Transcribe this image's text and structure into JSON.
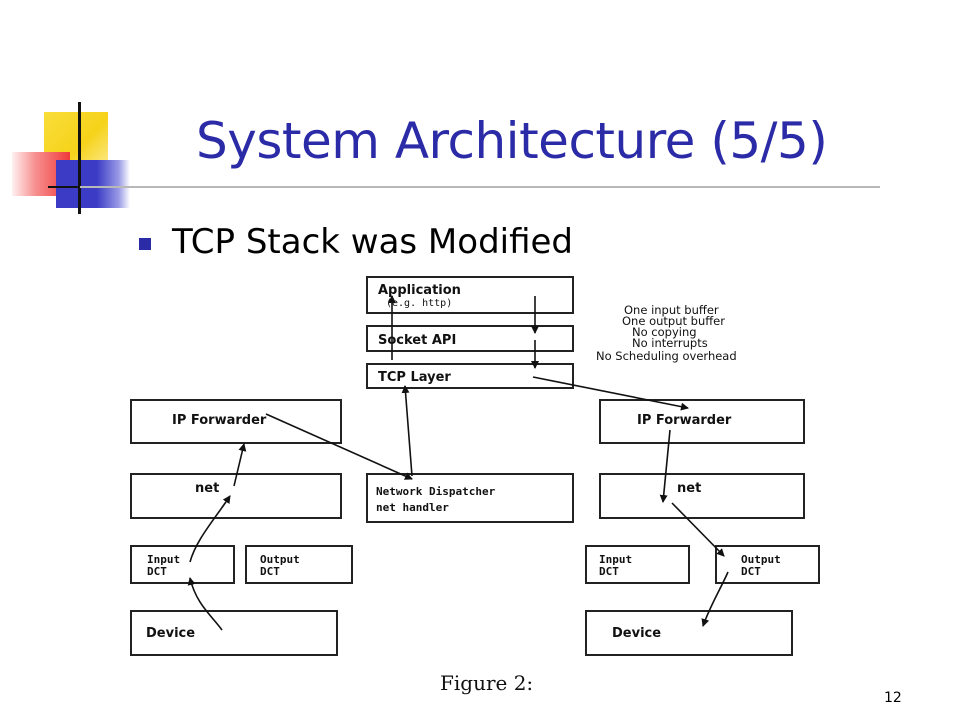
{
  "slide": {
    "title": "System Architecture (5/5)",
    "bullet": "TCP Stack was Modified",
    "slide_number": "12"
  },
  "diagram": {
    "application_label": "Application",
    "application_sub": "(e.g. http)",
    "socket_api": "Socket API",
    "tcp_layer": "TCP Layer",
    "ip_forwarder_left": "IP Forwarder",
    "ip_forwarder_right": "IP Forwarder",
    "net_left": "net",
    "net_right": "net",
    "dispatcher_line1": "Network Dispatcher",
    "dispatcher_line2": "net handler",
    "input_dct_left_line1": "Input",
    "input_dct_left_line2": "DCT",
    "output_dct_left_line1": "Output",
    "output_dct_left_line2": "DCT",
    "input_dct_right_line1": "Input",
    "input_dct_right_line2": "DCT",
    "output_dct_right_line1": "Output",
    "output_dct_right_line2": "DCT",
    "device_left": "Device",
    "device_right": "Device",
    "notes": [
      "One input buffer",
      "One output buffer",
      "No copying",
      "No interrupts",
      "No Scheduling overhead"
    ],
    "caption": "Figure 2:"
  },
  "colors": {
    "title": "#2b2ba8",
    "deco_yellow": "#f6d21a",
    "deco_blue": "#3b3bc6",
    "deco_red": "#ef3a3a"
  }
}
